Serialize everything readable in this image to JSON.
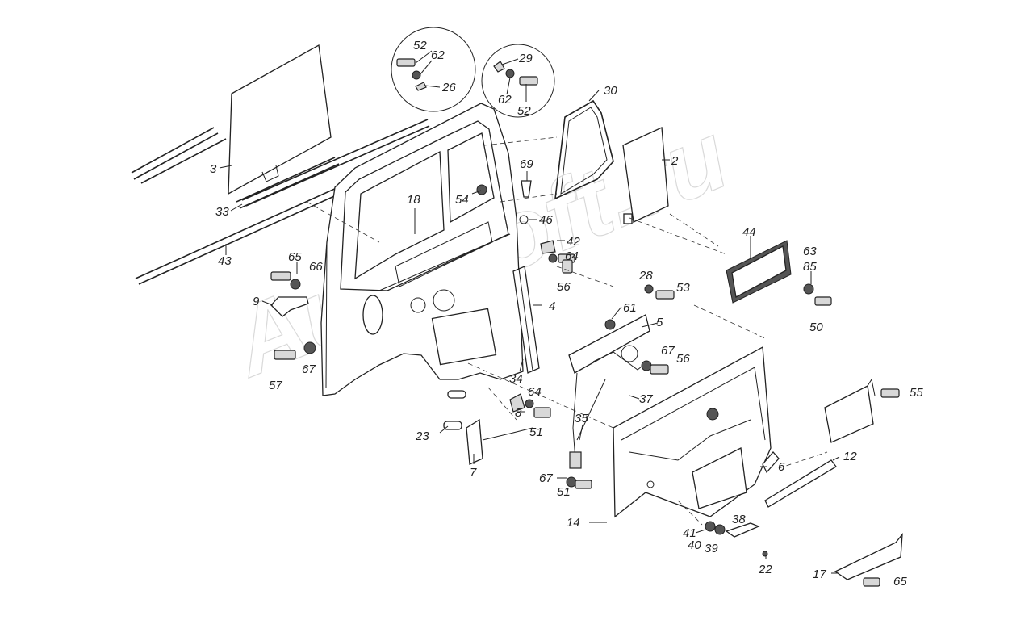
{
  "watermark": "Autosoft.ru",
  "callouts": [
    {
      "id": "c52a",
      "text": "52"
    },
    {
      "id": "c62a",
      "text": "62"
    },
    {
      "id": "c26",
      "text": "26"
    },
    {
      "id": "c29",
      "text": "29"
    },
    {
      "id": "c62b",
      "text": "62"
    },
    {
      "id": "c52b",
      "text": "52"
    },
    {
      "id": "c30",
      "text": "30"
    },
    {
      "id": "c2",
      "text": "2"
    },
    {
      "id": "c3",
      "text": "3"
    },
    {
      "id": "c33",
      "text": "33"
    },
    {
      "id": "c43",
      "text": "43"
    },
    {
      "id": "c18",
      "text": "18"
    },
    {
      "id": "c54",
      "text": "54"
    },
    {
      "id": "c69",
      "text": "69"
    },
    {
      "id": "c46",
      "text": "46"
    },
    {
      "id": "c42",
      "text": "42"
    },
    {
      "id": "c64a",
      "text": "64"
    },
    {
      "id": "c56a",
      "text": "56"
    },
    {
      "id": "c44",
      "text": "44"
    },
    {
      "id": "c63",
      "text": "63"
    },
    {
      "id": "c85",
      "text": "85"
    },
    {
      "id": "c50",
      "text": "50"
    },
    {
      "id": "c28",
      "text": "28"
    },
    {
      "id": "c53",
      "text": "53"
    },
    {
      "id": "c65a",
      "text": "65"
    },
    {
      "id": "c66",
      "text": "66"
    },
    {
      "id": "c9",
      "text": "9"
    },
    {
      "id": "c4",
      "text": "4"
    },
    {
      "id": "c61",
      "text": "61"
    },
    {
      "id": "c5",
      "text": "5"
    },
    {
      "id": "c67a",
      "text": "67"
    },
    {
      "id": "c56b",
      "text": "56"
    },
    {
      "id": "c57",
      "text": "57"
    },
    {
      "id": "c67b",
      "text": "67"
    },
    {
      "id": "c34",
      "text": "34"
    },
    {
      "id": "c37",
      "text": "37"
    },
    {
      "id": "c64b",
      "text": "64"
    },
    {
      "id": "c8",
      "text": "8"
    },
    {
      "id": "c55",
      "text": "55"
    },
    {
      "id": "c35",
      "text": "35"
    },
    {
      "id": "c51a",
      "text": "51"
    },
    {
      "id": "c23",
      "text": "23"
    },
    {
      "id": "c7",
      "text": "7"
    },
    {
      "id": "c12",
      "text": "12"
    },
    {
      "id": "c6",
      "text": "6"
    },
    {
      "id": "c67c",
      "text": "67"
    },
    {
      "id": "c51b",
      "text": "51"
    },
    {
      "id": "c14",
      "text": "14"
    },
    {
      "id": "c38",
      "text": "38"
    },
    {
      "id": "c41",
      "text": "41"
    },
    {
      "id": "c40",
      "text": "40"
    },
    {
      "id": "c39",
      "text": "39"
    },
    {
      "id": "c22",
      "text": "22"
    },
    {
      "id": "c17",
      "text": "17"
    },
    {
      "id": "c65b",
      "text": "65"
    }
  ]
}
